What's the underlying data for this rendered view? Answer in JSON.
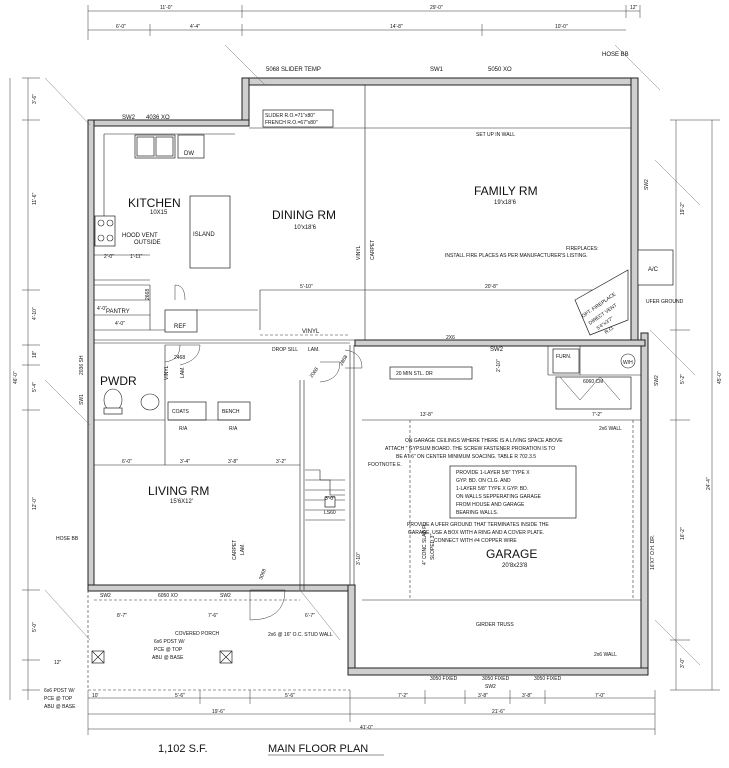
{
  "plan": {
    "top_dims": [
      "11'-0\"",
      "29'-0\"",
      "12\""
    ],
    "top_dims_row2": [
      "6'-0\"",
      "4'-4\"",
      "14'-8\"",
      "10'-0\""
    ],
    "left_dims": [
      "3'-6\"",
      "11'-6\"",
      "4'-10\"",
      "18\"",
      "5'-4\"",
      "12'-0\"",
      "5'-0\"",
      "12\""
    ],
    "left_outer_dim": "46'-0\"",
    "right_dims": [
      "19'-2\"",
      "5'-2\"",
      "24'-4\"",
      "16'-2\"",
      "3'-0\""
    ],
    "right_outer_dim": "45'-0\"",
    "bottom_dims_row1": [
      "10'",
      "5'-6\"",
      "5'-6\"",
      "7'-2\"",
      "3'-8\"",
      "3'-8\"",
      "7'-0\""
    ],
    "bottom_dims_row2": [
      "19'-6\"",
      "21'-6\""
    ],
    "bottom_total": "41'-0\"",
    "interior_dims": [
      "5'-10\"",
      "20'-8\"",
      "2'-0\"",
      "1'-11\"",
      "4'-0\"",
      "4'-0\"",
      "6'-0\"",
      "3'-4\"",
      "3'-8\"",
      "3'-2\"",
      "13'-8\"",
      "2'-10\"",
      "3'-10\"",
      "7'-2\"",
      "3'-0\"",
      "8'-7\"",
      "7'-6\"",
      "6'-7\""
    ],
    "rooms": {
      "kitchen": {
        "name": "KITCHEN",
        "size": "10X15"
      },
      "dining": {
        "name": "DINING RM",
        "size": "10'x18'6"
      },
      "family": {
        "name": "FAMILY RM",
        "size": "19'x18'6"
      },
      "pwdr": {
        "name": "PWDR"
      },
      "living": {
        "name": "LIVING RM",
        "size": "15'6X12'"
      },
      "garage": {
        "name": "GARAGE",
        "size": "20'8x23'8"
      }
    },
    "labels": {
      "sw2_kitchen": "SW2",
      "window_4036": "4036 XO",
      "door_5068": "5068 SLIDER TEMP",
      "sw1_top": "SW1",
      "window_5050": "5050 XO",
      "hose_bb_top": "HOSE BB",
      "slider_ro_1": "SLIDER R.O.=71\"x80\"",
      "slider_ro_2": "FRENCH R.O.=67\"x80\"",
      "step_up": "SET UP IN WALL",
      "dw": "DW",
      "island": "ISLAND",
      "hood": "HOOD VENT",
      "outside": "OUTSIDE",
      "pantry": "PANTRY",
      "ref": "REF",
      "d2668": "2668",
      "vinyl_v": "VINYL",
      "carpet_v": "CARPET",
      "fireplace_head": "FIREPLACES:",
      "fireplace_note": "INSTALL FIRE PLACES AS PER MANUFACTURER'S LISTING.",
      "fp_opt_1": "OPT. FIREPLACE",
      "fp_opt_2": "DIRECT VENT",
      "fp_opt_3": "5'4\"x3'7\"",
      "fp_opt_4": "R.O.",
      "ac": "A/C",
      "ufer": "UFER GROUND",
      "vinyl_h": "VINYL",
      "drop_sill": "DROP SILL",
      "lam": "LAM.",
      "vinyl_lam": "VINYL",
      "lam2": "LAM.",
      "d2468": "2468",
      "d2068": "2068",
      "d2868": "2868",
      "two_x6": "2X6",
      "sw2_garage": "SW2",
      "fire_door": "20 MIN STL. DR",
      "furn": "FURN.",
      "wh": "W/H",
      "d6060": "6060 CM",
      "sw1_left": "SW1",
      "d2036": "2036 SH",
      "coats": "COATS",
      "bench": "BENCH",
      "ra1": "R/A",
      "ra2": "R/A",
      "two_x6_wall": "2x6 WALL",
      "gar_note_1": "ON GARAGE CEILINGS WHERE THERE IS A LIVING SPACE ABOVE",
      "gar_note_2": "ATTACH \" GYPSUM BOARD. THE SCREW FASTENER PRORATION IS TO",
      "gar_note_3": "BE AT 6\" ON CENTER MINIMUM SOACING. TABLE R 702.3.5",
      "gar_note_4": "FOOTNOTE E.",
      "gypsum_1": "PROVIDE 1-LAYER 5/8\" TYPE X",
      "gypsum_2": "GYP. BD. ON CLG. AND",
      "gypsum_3": "1-LAYER 5/8\" TYPE X GYP. BD.",
      "gypsum_4": "ON WALLS SEPPERATING GARAGE",
      "gypsum_5": "FROM HOUSE AND GARAGE",
      "gypsum_6": "BEARING WALLS.",
      "ufer_1": "PROVIDE A UFER GROUND THAT TERMINATES INSIDE THE",
      "ufer_2": "GARAGE. USE A BOX WITH A RING AND A COVER PLATE.",
      "ufer_3": "CONNECT WITH #4 COPPER WIRE",
      "slab": "4\" CONC SLAB FL.",
      "sloped": "SLOPED 3\"",
      "oh_dr": "16'X7' O.H. DR.",
      "ls": "LS60",
      "hose_bb_left": "HOSE BB",
      "carpet_living": "CARPET",
      "lam_living": "LAM.",
      "d3068": "3068",
      "sw2_bl": "SW2",
      "w6050": "6050 XO",
      "sw2_bm": "SW2",
      "covered_porch": "COVERED PORCH",
      "stud_wall": "2x6 @ 16\" O.C. STUD WALL",
      "girder": "GIRDER TRUSS",
      "two_x6_wall2": "2x6 WALL",
      "post1_1": "6x6 POST W/",
      "post1_2": "PCE @ TOP",
      "post1_3": "ABU @ BASE",
      "post2_1": "6x6 POST W/",
      "post2_2": "PCE @ TOP",
      "post2_3": "ABU @ BASE",
      "w3050a": "3050 FIXED",
      "w3050b": "3050 FIXED",
      "w3050c": "3050 FIXED",
      "sw2_bottom": "SW2",
      "sw2_right": "SW2",
      "sw2_right2": "SW2"
    },
    "square_feet": "1,102 S.F.",
    "plan_title": "MAIN FLOOR PLAN"
  }
}
